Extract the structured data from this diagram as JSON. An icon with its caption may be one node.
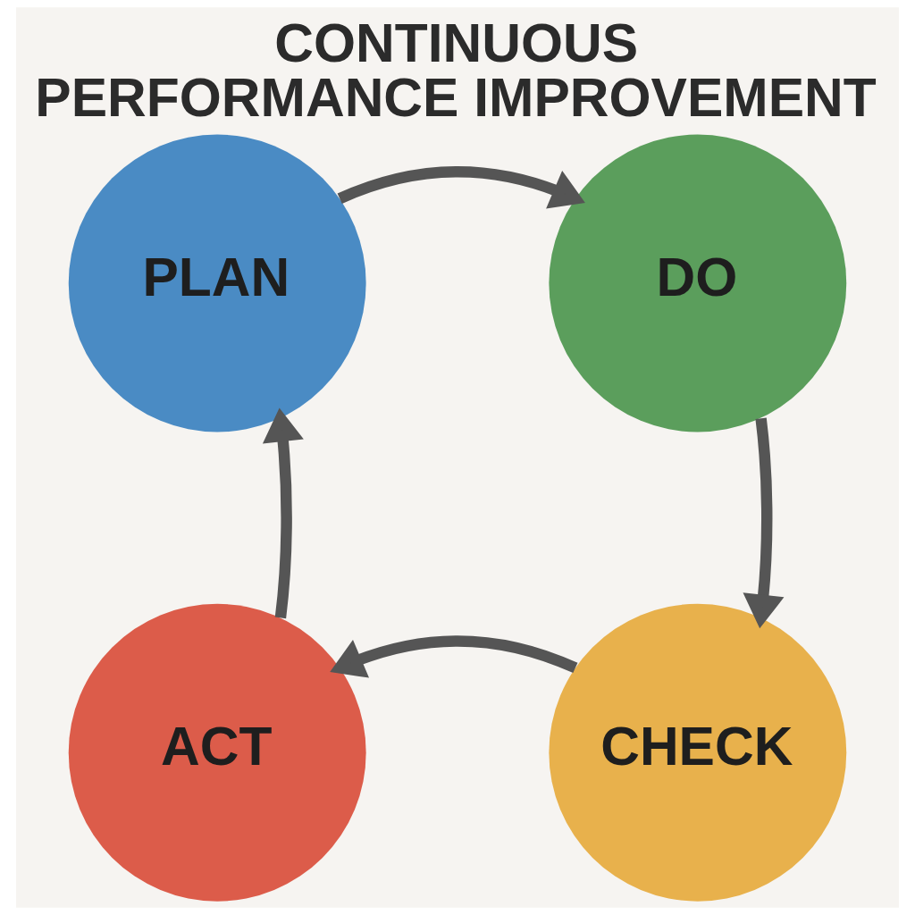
{
  "diagram": {
    "title": "CONTINUOUS PERFORMANCE IMPROVEMENT",
    "nodes": [
      {
        "text": [
          "PLAN"
        ]
      },
      {
        "text": [
          "DO"
        ]
      },
      {
        "text": [
          "CHECK"
        ]
      },
      {
        "text": [
          "ACT"
        ]
      }
    ],
    "edges": [
      {
        "from": 0,
        "to": 1,
        "arrow": "to"
      },
      {
        "from": 1,
        "to": 2,
        "arrow": "to"
      },
      {
        "from": 2,
        "to": 3,
        "arrow": "to"
      },
      {
        "from": 3,
        "to": 0,
        "arrow": "to"
      }
    ]
  }
}
